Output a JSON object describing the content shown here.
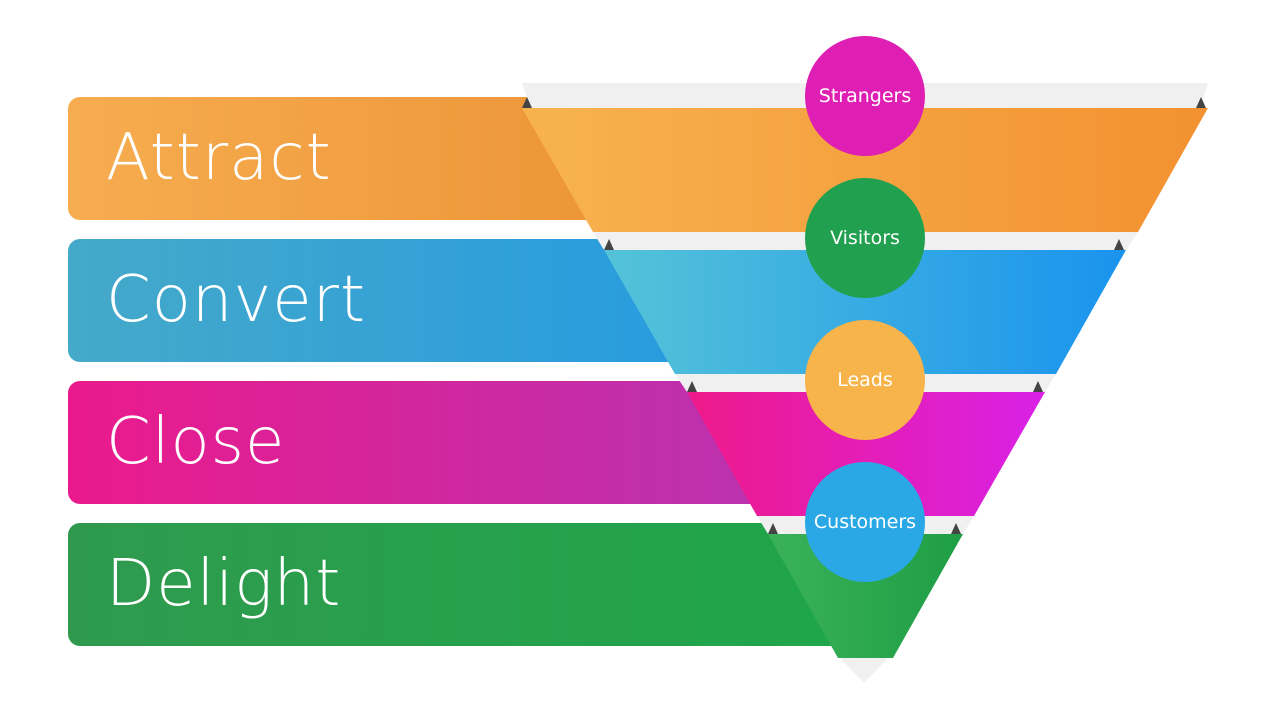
{
  "stages": [
    {
      "label": "Attract",
      "audience": "Strangers"
    },
    {
      "label": "Convert",
      "audience": "Visitors"
    },
    {
      "label": "Close",
      "audience": "Leads"
    },
    {
      "label": "Delight",
      "audience": "Customers"
    }
  ],
  "colors": {
    "attract": "#f29a38",
    "convert": "#2aa0df",
    "close": "#d41fa8",
    "delight": "#22a34c",
    "strangers_circle": "#df1fb3",
    "visitors_circle": "#21a04f",
    "leads_circle": "#f7b44a",
    "customers_circle": "#2aa8e6",
    "divider": "#f0f0f0",
    "notch": "#444444"
  }
}
